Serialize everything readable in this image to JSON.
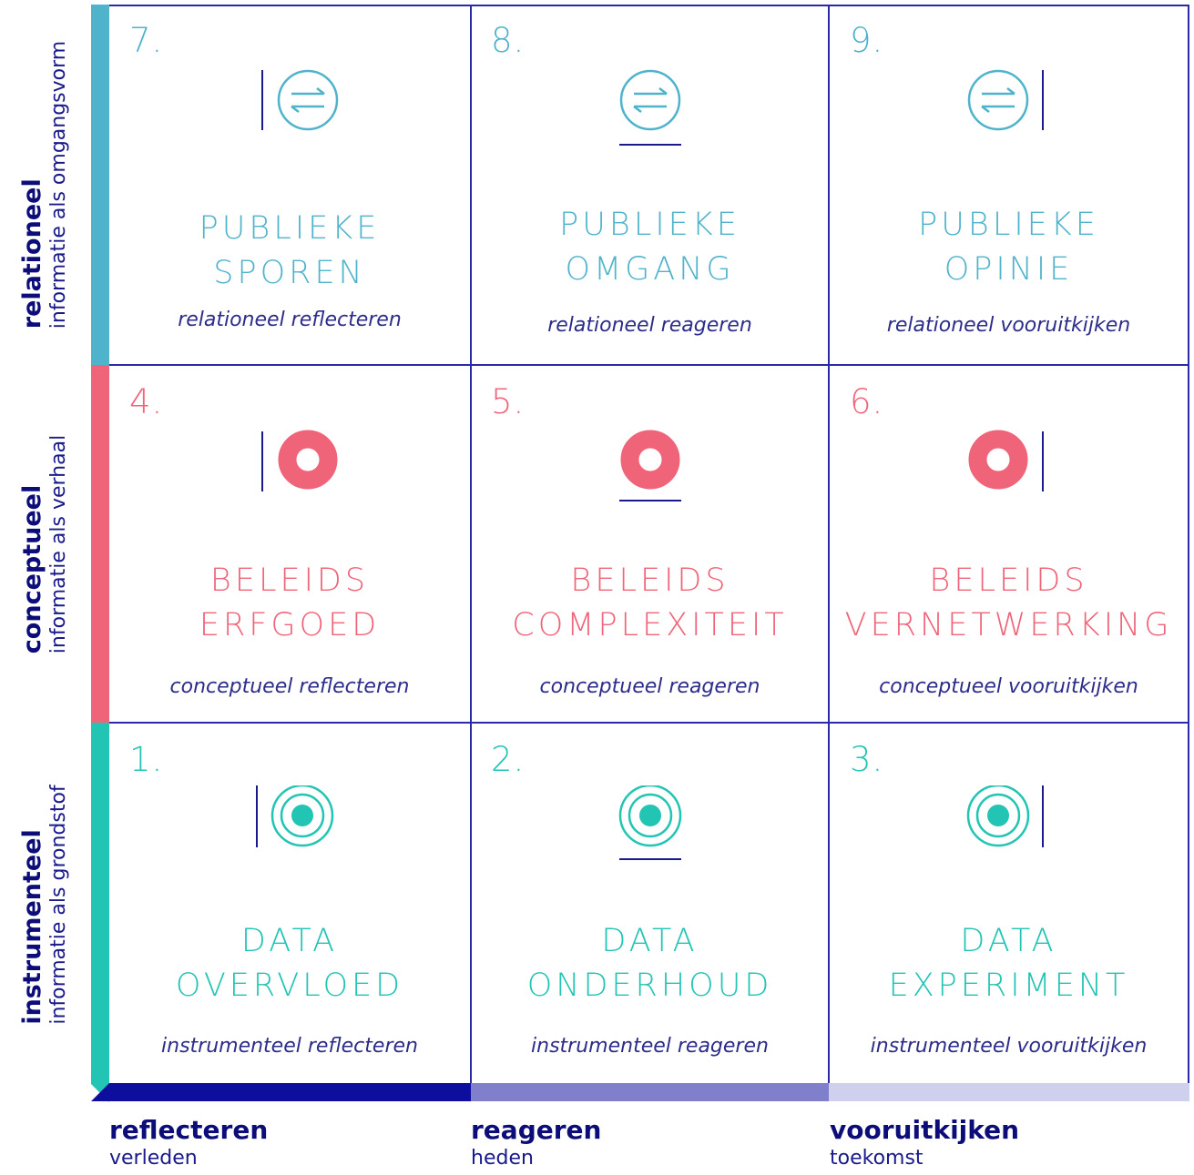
{
  "rows": [
    {
      "label": "relationeel",
      "desc": "informatie als omgangsvorm",
      "color": "#4fb3cc"
    },
    {
      "label": "conceptueel",
      "desc": "informatie als verhaal",
      "color": "#f0647a"
    },
    {
      "label": "instrumenteel",
      "desc": "informatie als grondstof",
      "color": "#22c4b4"
    }
  ],
  "columns": [
    {
      "label": "reflecteren",
      "desc": "verleden",
      "color": "#0d0d9e"
    },
    {
      "label": "reageren",
      "desc": "heden",
      "color": "#7f7fcc"
    },
    {
      "label": "vooruitkijken",
      "desc": "toekomst",
      "color": "#cfcfee"
    }
  ],
  "cells": {
    "c7": {
      "num": "7.",
      "title1": "PUBLIEKE",
      "title2": "SPOREN",
      "sub": "relationeel reflecteren",
      "icon": "exchange-icon"
    },
    "c8": {
      "num": "8.",
      "title1": "PUBLIEKE",
      "title2": "OMGANG",
      "sub": "relationeel reageren",
      "icon": "exchange-icon"
    },
    "c9": {
      "num": "9.",
      "title1": "PUBLIEKE",
      "title2": "OPINIE",
      "sub": "relationeel vooruitkijken",
      "icon": "exchange-icon"
    },
    "c4": {
      "num": "4.",
      "title1": "BELEIDS",
      "title2": "ERFGOED",
      "sub": "conceptueel reflecteren",
      "icon": "donut-icon"
    },
    "c5": {
      "num": "5.",
      "title1": "BELEIDS",
      "title2": "COMPLEXITEIT",
      "sub": "conceptueel reageren",
      "icon": "donut-icon"
    },
    "c6": {
      "num": "6.",
      "title1": "BELEIDS",
      "title2": "VERNETWERKING",
      "sub": "conceptueel vooruitkijken",
      "icon": "donut-icon"
    },
    "c1": {
      "num": "1.",
      "title1": "DATA",
      "title2": "OVERVLOED",
      "sub": "instrumenteel reflecteren",
      "icon": "target-icon"
    },
    "c2": {
      "num": "2.",
      "title1": "DATA",
      "title2": "ONDERHOUD",
      "sub": "instrumenteel reageren",
      "icon": "target-icon"
    },
    "c3": {
      "num": "3.",
      "title1": "DATA",
      "title2": "EXPERIMENT",
      "sub": "instrumenteel vooruitkijken",
      "icon": "target-icon"
    }
  }
}
